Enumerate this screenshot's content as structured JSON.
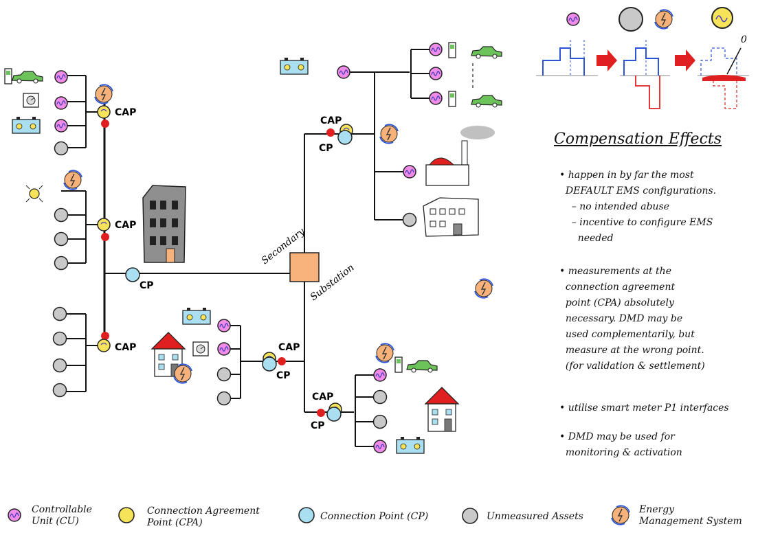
{
  "labels": {
    "cap": "CAP",
    "cp": "CP",
    "secondary": "Secondary",
    "substation": "Substation",
    "zero": "0"
  },
  "notes": {
    "title": "Compensation Effects",
    "bullets": [
      "• happen in by far the most\n  DEFAULT EMS configurations.\n    – no intended abuse\n    – incentive to configure EMS\n      needed",
      "• measurements at the\n  connection agreement\n  point (CPA) absolutely\n  necessary. DMD may be\n  used complementarily, but\n  measure at the wrong point.\n  (for validation & settlement)",
      "• utilise smart meter P1 interfaces",
      "• DMD may be used for\n  monitoring & activation"
    ]
  },
  "legend": [
    {
      "name": "controllable-unit",
      "text": "Controllable\nUnit (CU)",
      "color": "#f08be8"
    },
    {
      "name": "connection-agreement-point",
      "text": "Connection Agreement\nPoint (CPA)",
      "color": "#f6e35a"
    },
    {
      "name": "connection-point",
      "text": "Connection Point (CP)",
      "color": "#a9dff0"
    },
    {
      "name": "unmeasured-assets",
      "text": "Unmeasured Assets",
      "color": "#c9c9c9"
    },
    {
      "name": "energy-management-system",
      "text": "Energy\nManagement System",
      "color": "#f6b27a"
    }
  ],
  "colors": {
    "cu": "#f08be8",
    "cap": "#f6e35a",
    "cp": "#a9dff0",
    "unmeasured": "#c9c9c9",
    "ems": "#f6b27a",
    "substation": "#f7b37b",
    "meter_dot": "#e02020",
    "battery": "#a9dff0",
    "car": "#6cc35a"
  }
}
